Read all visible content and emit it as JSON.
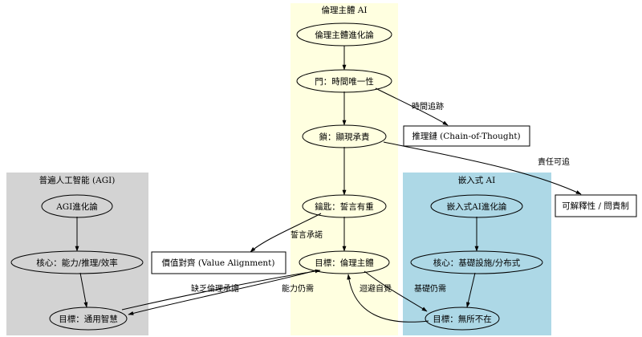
{
  "colors": {
    "ethics_bg": "#ffffe0",
    "agi_bg": "#d3d3d3",
    "embedded_bg": "#add8e6",
    "line": "#000000"
  },
  "clusters": {
    "ethics": {
      "title": "倫理主體 AI"
    },
    "agi": {
      "title": "普遍人工智能 (AGI)"
    },
    "embedded": {
      "title": "嵌入式 AI"
    }
  },
  "nodes": {
    "ethics_theory": "倫理主體進化論",
    "door": "門：時間唯一性",
    "lock": "鎖：顯現承責",
    "key": "鑰匙：誓言有重",
    "ethics_goal": "目標：倫理主體",
    "cot": "推理鏈 (Chain-of-Thought)",
    "explain": "可解釋性 / 問責制",
    "alignment": "價值對齊 (Value Alignment)",
    "agi_theory": "AGI進化論",
    "agi_core": "核心：能力/推理/效率",
    "agi_goal": "目標：通用智慧",
    "emb_theory": "嵌入式AI進化論",
    "emb_core": "核心：基礎設施/分布式",
    "emb_goal": "目標：無所不在"
  },
  "edges": {
    "trace": "時間追跡",
    "accountable": "責任可追",
    "promise": "誓言承諾",
    "lacks": "缺乏倫理承擔",
    "needs_ability": "能力仍需",
    "self_aware": "迴避自覺",
    "needs_infra": "基礎仍需"
  }
}
